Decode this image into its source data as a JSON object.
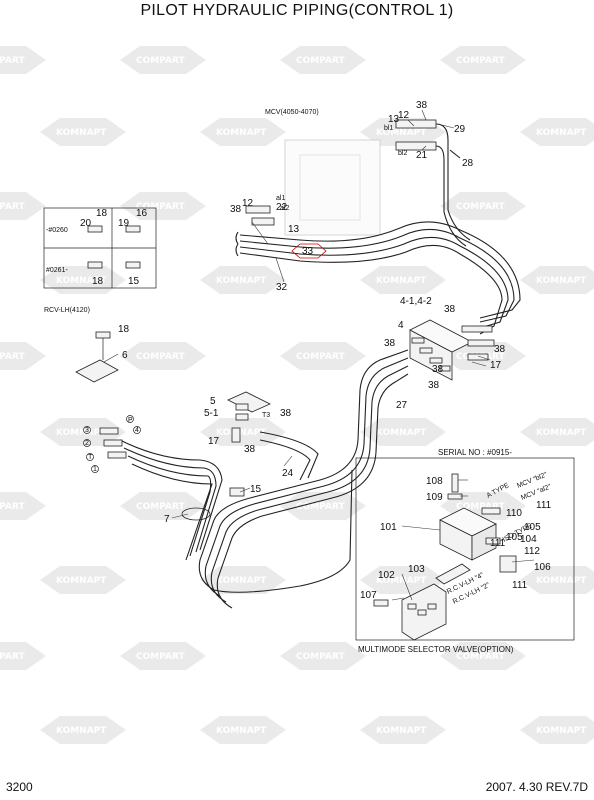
{
  "header": {
    "title": "PILOT HYDRAULIC PIPING(CONTROL 1)"
  },
  "footer": {
    "page_number": "3200",
    "revision": "2007. 4.30 REV.7D"
  },
  "watermark": {
    "text_a": "COMPART",
    "text_b": "KOMNAPT",
    "color": "#d9d9d9"
  },
  "labels": {
    "mcv": "MCV(4050-4070)",
    "rcv_lh": "RCV-LH(4120)",
    "serial_no": "SERIAL NO : #0915-",
    "multimode": "MULTIMODE SELECTOR VALVE(OPTION)",
    "serial_a": "-#0260",
    "serial_b": "#0261-",
    "port_al1": "al1",
    "port_al2": "al2",
    "port_bl1": "bl1",
    "port_bl2": "bl2",
    "port_t3": "T3",
    "a_type": "A TYPE",
    "iso_type": "ISO TYPE",
    "mcv_bl2": "MCV \"bl2\"",
    "mcv_al2": "MCV \"al2\"",
    "rcv_4": "R.C.V-LH \"4\"",
    "rcv_2": "R.C.V-LH \"2\"",
    "port_p": "P",
    "port_t": "T"
  },
  "callouts": {
    "c12a": "12",
    "c13a": "13",
    "c38a": "38",
    "c29": "29",
    "c21": "21",
    "c28": "28",
    "c12b": "12",
    "c38b": "38",
    "c22": "22",
    "c13b": "13",
    "c33": "33",
    "c32": "32",
    "c20": "20",
    "c18a": "18",
    "c19": "19",
    "c16": "16",
    "c18b": "18",
    "c15a": "15",
    "c18c": "18",
    "c6": "6",
    "c4_142": "4-1,4-2",
    "c38c": "38",
    "c4": "4",
    "c38d": "38",
    "c38e": "38",
    "c38f": "38",
    "c17a": "17",
    "c38g": "38",
    "c27": "27",
    "c5": "5",
    "c5_1": "5-1",
    "c38h": "38",
    "c17b": "17",
    "c38i": "38",
    "c24": "24",
    "c15b": "15",
    "c7": "7",
    "c3": "3",
    "c1": "1",
    "c2": "2",
    "c4b": "4",
    "c108": "108",
    "c109": "109",
    "c101": "101",
    "c110": "110",
    "c105a": "105",
    "c111a": "111",
    "c104": "104",
    "c105b": "105",
    "c111b": "111",
    "c112": "112",
    "c106": "106",
    "c102": "102",
    "c103": "103",
    "c107": "107",
    "c111c": "111"
  }
}
